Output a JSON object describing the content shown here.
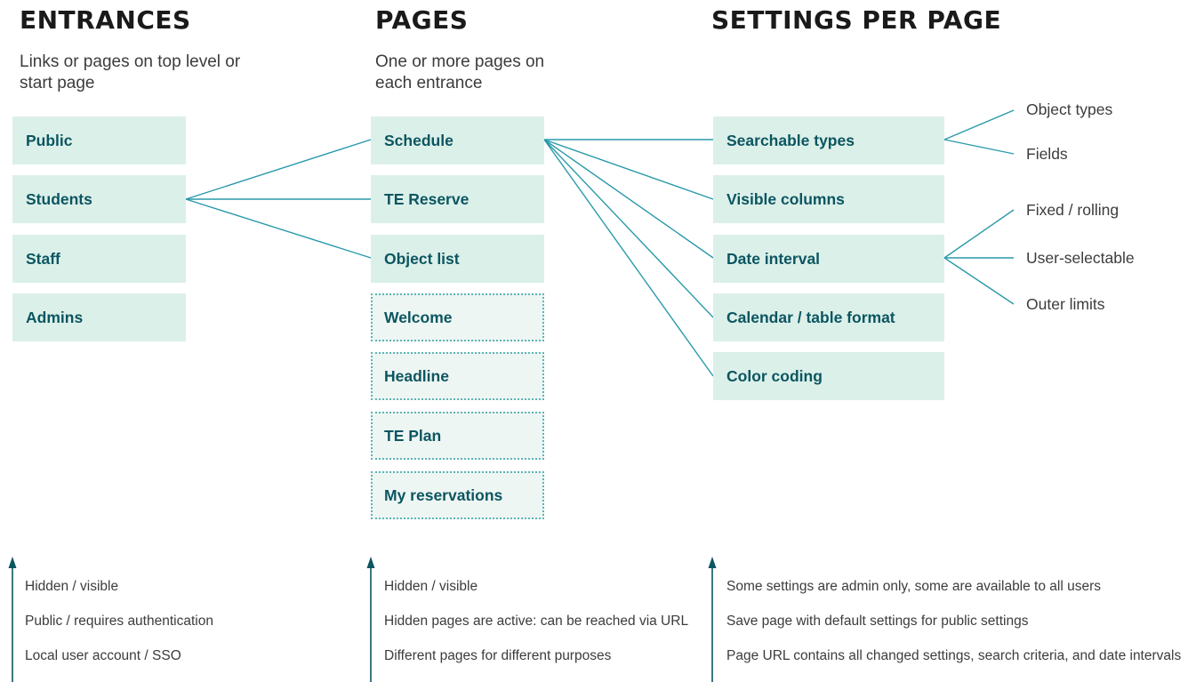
{
  "columns": {
    "entrances": {
      "title": "ENTRANCES",
      "subtitle": "Links or pages on top level or start page",
      "items": [
        "Public",
        "Students",
        "Staff",
        "Admins"
      ],
      "notes": [
        "Hidden / visible",
        "Public / requires authentication",
        "Local user account / SSO"
      ]
    },
    "pages": {
      "title": "PAGES",
      "subtitle": "One or more pages on each entrance",
      "items": [
        "Schedule",
        "TE Reserve",
        "Object list"
      ],
      "hidden_items": [
        "Welcome",
        "Headline",
        "TE Plan",
        "My reservations"
      ],
      "notes": [
        "Hidden / visible",
        "Hidden pages are active: can be reached via URL",
        "Different pages for different purposes"
      ]
    },
    "settings": {
      "title": "SETTINGS PER PAGE",
      "items": [
        "Searchable types",
        "Visible columns",
        "Date interval",
        "Calendar / table format",
        "Color coding"
      ],
      "notes": [
        "Some settings are admin only, some are available to all users",
        "Save page with default settings for public settings",
        "Page URL contains all changed settings, search criteria, and date intervals"
      ]
    }
  },
  "sub_options": {
    "searchable_types": [
      "Object types",
      "Fields"
    ],
    "date_interval": [
      "Fixed / rolling",
      "User-selectable",
      "Outer limits"
    ]
  },
  "colors": {
    "box_fill": "#dcf0ea",
    "hidden_box_fill": "#eef6f3",
    "box_text": "#0b5660",
    "connector": "#2a9aaa",
    "arrow": "#0b5660"
  }
}
